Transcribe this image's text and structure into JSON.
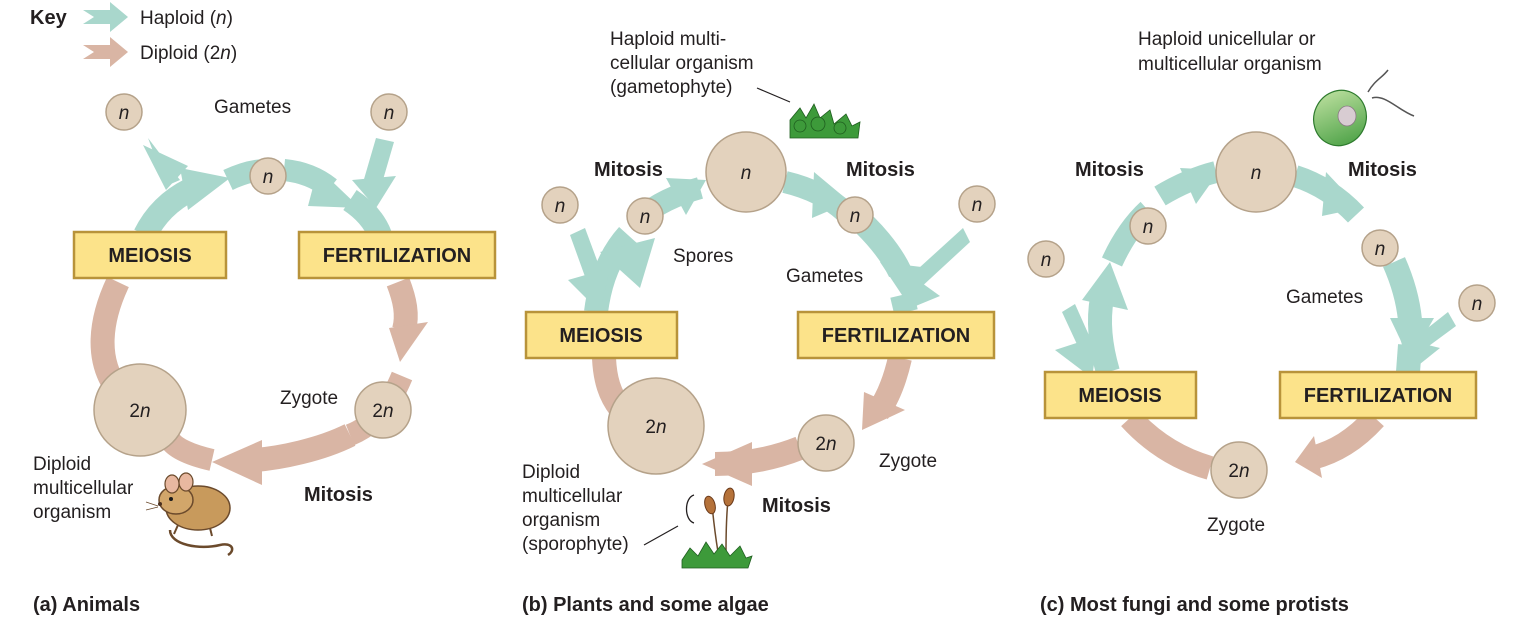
{
  "colors": {
    "haploid": "#a9d7cc",
    "diploid": "#d9b5a4",
    "cell": "#e3d2bd",
    "box": "#fce38a",
    "box_border": "#b8933a"
  },
  "key": {
    "title": "Key",
    "haploid": "Haploid (",
    "haploid_sym": "n",
    "diploid": "Diploid (2",
    "diploid_sym": "n",
    "close": ")"
  },
  "symbols": {
    "n": "n",
    "two": "2"
  },
  "panel_a": {
    "caption": "(a) Animals",
    "gametes": "Gametes",
    "meiosis": "MEIOSIS",
    "fertilization": "FERTILIZATION",
    "zygote": "Zygote",
    "mitosis": "Mitosis",
    "organism": [
      "Diploid",
      "multicellular",
      "organism"
    ],
    "organism_icon": "mouse-icon"
  },
  "panel_b": {
    "caption": "(b) Plants and some algae",
    "haploid_org": [
      "Haploid multi-",
      "cellular organism",
      "(gametophyte)"
    ],
    "mitosis_left": "Mitosis",
    "mitosis_right": "Mitosis",
    "spores": "Spores",
    "gametes": "Gametes",
    "meiosis": "MEIOSIS",
    "fertilization": "FERTILIZATION",
    "zygote": "Zygote",
    "mitosis_bottom": "Mitosis",
    "diploid_org": [
      "Diploid",
      "multicellular",
      "organism",
      "(sporophyte)"
    ],
    "gametophyte_icon": "moss-icon",
    "sporophyte_icon": "moss-sporophyte-icon"
  },
  "panel_c": {
    "caption": "(c) Most fungi and some protists",
    "haploid_org": [
      "Haploid unicellular or",
      "multicellular organism"
    ],
    "mitosis_left": "Mitosis",
    "mitosis_right": "Mitosis",
    "gametes": "Gametes",
    "meiosis": "MEIOSIS",
    "fertilization": "FERTILIZATION",
    "zygote": "Zygote",
    "organism_icon": "protist-icon"
  }
}
